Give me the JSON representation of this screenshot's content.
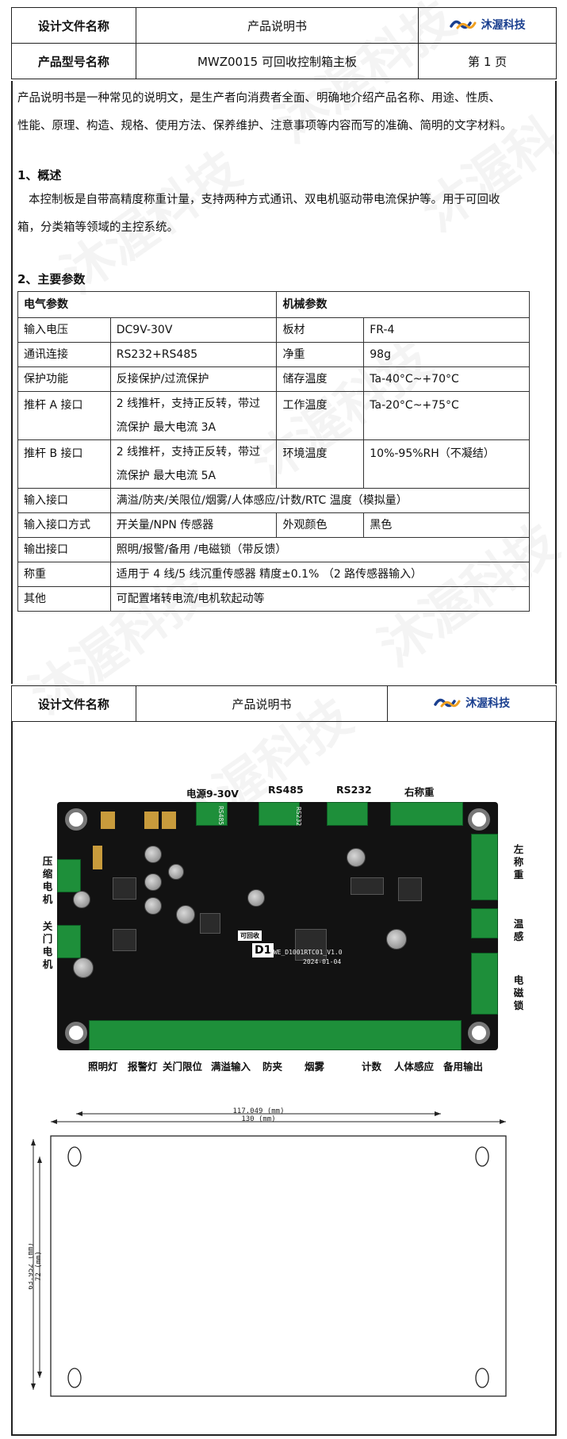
{
  "header1": {
    "design_file_label": "设计文件名称",
    "design_file_value": "产品说明书",
    "model_label": "产品型号名称",
    "model_value": "MWZ0015 可回收控制箱主板",
    "page": "第 1 页"
  },
  "logo": {
    "text": "沐渥科技",
    "icon": "brand-wave-icon",
    "color": "#1a3f8f",
    "accent": "#f0a020"
  },
  "intro": [
    "产品说明书是一种常见的说明文，是生产者向消费者全面、明确地介绍产品名称、用途、性质、",
    "性能、原理、构造、规格、使用方法、保养维护、注意事项等内容而写的准确、简明的文字材料。"
  ],
  "section1": {
    "title": "1、概述",
    "lines": [
      "本控制板是自带高精度称重计量，支持两种方式通讯、双电机驱动带电流保护等。用于可回收",
      "箱，分类箱等领域的主控系统。"
    ]
  },
  "section2": {
    "title": "2、主要参数",
    "elec_header": "电气参数",
    "mech_header": "机械参数",
    "rows": [
      {
        "k1": "输入电压",
        "v1": [
          "DC9V-30V"
        ],
        "k2": "板材",
        "v2": "FR-4"
      },
      {
        "k1": "通讯连接",
        "v1": [
          "RS232+RS485"
        ],
        "k2": "净重",
        "v2": "98g"
      },
      {
        "k1": "保护功能",
        "v1": [
          "反接保护/过流保护"
        ],
        "k2": "储存温度",
        "v2": "Ta-40°C~+70°C"
      },
      {
        "k1": "推杆 A 接口",
        "v1": [
          "2 线推杆，支持正反转，带过",
          "流保护  最大电流 3A"
        ],
        "k2": "工作温度",
        "v2": "Ta-20°C~+75°C"
      },
      {
        "k1": "推杆 B 接口",
        "v1": [
          "2 线推杆，支持正反转，带过",
          "流保护  最大电流 5A"
        ],
        "k2": "环境温度",
        "v2": "10%-95%RH（不凝结）"
      }
    ],
    "row_input": {
      "k": "输入接口",
      "v": "满溢/防夹/关限位/烟雾/人体感应/计数/RTC 温度（模拟量）"
    },
    "row_input_mode": {
      "k": "输入接口方式",
      "v": "开关量/NPN 传感器",
      "k2": "外观颜色",
      "v2": "黑色"
    },
    "row_output": {
      "k": "输出接口",
      "v": "照明/报警/备用 /电磁锁（带反馈）"
    },
    "row_weigh": {
      "k": "称重",
      "v": "适用于 4 线/5 线沉重传感器    精度±0.1%   （2 路传感器输入）"
    },
    "row_other": {
      "k": "其他",
      "v": "可配置堵转电流/电机软起动等"
    }
  },
  "header2": {
    "design_file_label": "设计文件名称",
    "design_file_value": "产品说明书"
  },
  "pcb": {
    "top_labels": [
      "电源9-30V",
      "RS485",
      "RS232",
      "右称重"
    ],
    "left_labels": [
      "压缩电机",
      "关门电机"
    ],
    "right_labels": [
      "左称重",
      "温感",
      "电磁锁"
    ],
    "bottom_labels": [
      "照明灯",
      "报警灯",
      "关门限位",
      "满溢输入",
      "防夹",
      "烟雾",
      "计数",
      "人体感应",
      "备用输出"
    ],
    "silk_model": "MWE_D1001RTC01_V1.0",
    "silk_date": "2024-01-04",
    "silk_mark": "可回收",
    "silk_d1": "D1",
    "silk_rs485": "RS485",
    "silk_rs232": "RS232",
    "colors": {
      "board": "#121212",
      "terminal": "#1e8f3a"
    }
  },
  "drawing": {
    "inner_width": "117.049 (mm)",
    "outer_width": "130 (mm)",
    "inner_height": "63.952 (mm)",
    "outer_height": "72 (mm)"
  }
}
